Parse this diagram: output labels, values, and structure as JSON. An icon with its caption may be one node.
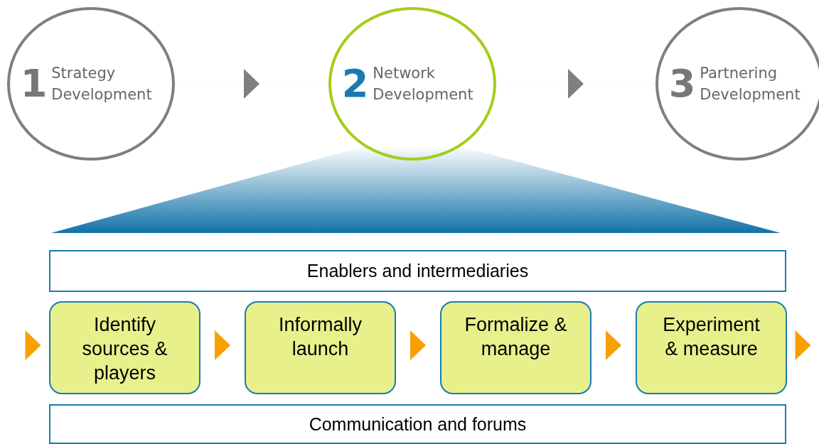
{
  "diagram": {
    "nodes": [
      {
        "text": [
          "1",
          "Strategy Development"
        ]
      },
      {
        "text": [
          "2",
          "Network Development"
        ]
      },
      {
        "text": [
          "3",
          "Partnering Development"
        ]
      },
      {
        "text": [
          "Enablers and intermediaries"
        ]
      },
      {
        "text": [
          "Identify sources & players"
        ]
      },
      {
        "text": [
          "Informally launch"
        ]
      },
      {
        "text": [
          "Formalize & manage"
        ]
      },
      {
        "text": [
          "Experiment & measure"
        ]
      },
      {
        "text": [
          "Communication and forums"
        ]
      }
    ],
    "edges": [
      {
        "from": 0,
        "to": 1,
        "arrow": "to",
        "color": "#7f7f7f"
      },
      {
        "from": 1,
        "to": 2,
        "arrow": "to",
        "color": "#7f7f7f"
      },
      {
        "from": null,
        "to": 4,
        "arrow": "to"
      },
      {
        "from": 4,
        "to": 5,
        "arrow": "to"
      },
      {
        "from": 5,
        "to": 6,
        "arrow": "to"
      },
      {
        "from": 6,
        "to": 7,
        "arrow": "to"
      },
      {
        "from": 7,
        "to": null,
        "arrow": "to"
      }
    ]
  }
}
